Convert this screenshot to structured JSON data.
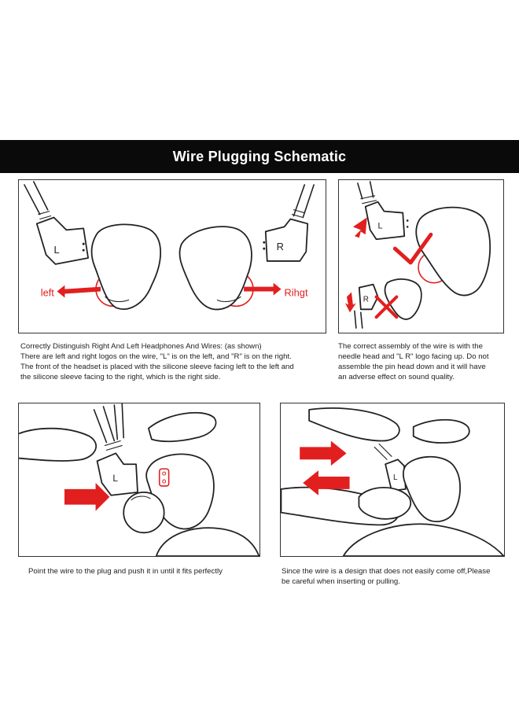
{
  "banner": {
    "title": "Wire Plugging Schematic"
  },
  "panel1": {
    "left_label": "left",
    "right_label": "Rihgt",
    "plug_left_letter": "L",
    "plug_right_letter": "R"
  },
  "panel2": {
    "plug_letter_correct": "L",
    "plug_letter_wrong": "R"
  },
  "panel3": {
    "plug_letter": "L"
  },
  "panel4": {
    "plug_letter": "L"
  },
  "captions": {
    "c1": [
      "Correctly Distinguish Right And Left Headphones And Wires: (as shown)",
      "There are left and right logos on the wire, \"L\" is on the left, and \"R\" is on the right.",
      "The front of the headset is placed with the silicone sleeve facing left to the left and",
      "the silicone sleeve facing to the right, which is the right side."
    ],
    "c2": [
      "The correct assembly of the wire is with the",
      "needle head and \"L R\" logo facing up. Do not",
      "assemble the pin head down and it will have",
      "an adverse effect on sound quality."
    ],
    "c3": [
      "Point the wire to the plug and push it in until it fits perfectly"
    ],
    "c4": [
      "Since the wire is a design that does not easily come off,Please",
      "be careful when inserting or pulling."
    ]
  },
  "colors": {
    "accent_red": "#e21f1f",
    "banner_bg": "#0a0a0a"
  }
}
